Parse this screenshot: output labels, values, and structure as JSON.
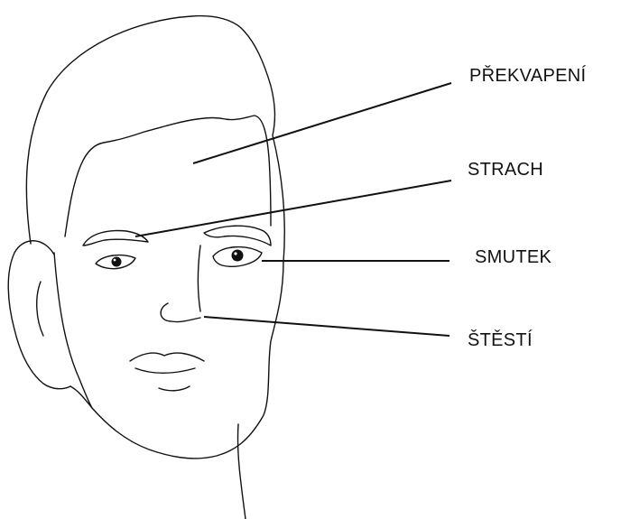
{
  "labels": {
    "surprise": "PŘEKVAPENÍ",
    "fear": "STRACH",
    "sadness": "SMUTEK",
    "happiness": "ŠTĚSTÍ"
  },
  "colors": {
    "ink": "#111111",
    "background": "#ffffff"
  }
}
